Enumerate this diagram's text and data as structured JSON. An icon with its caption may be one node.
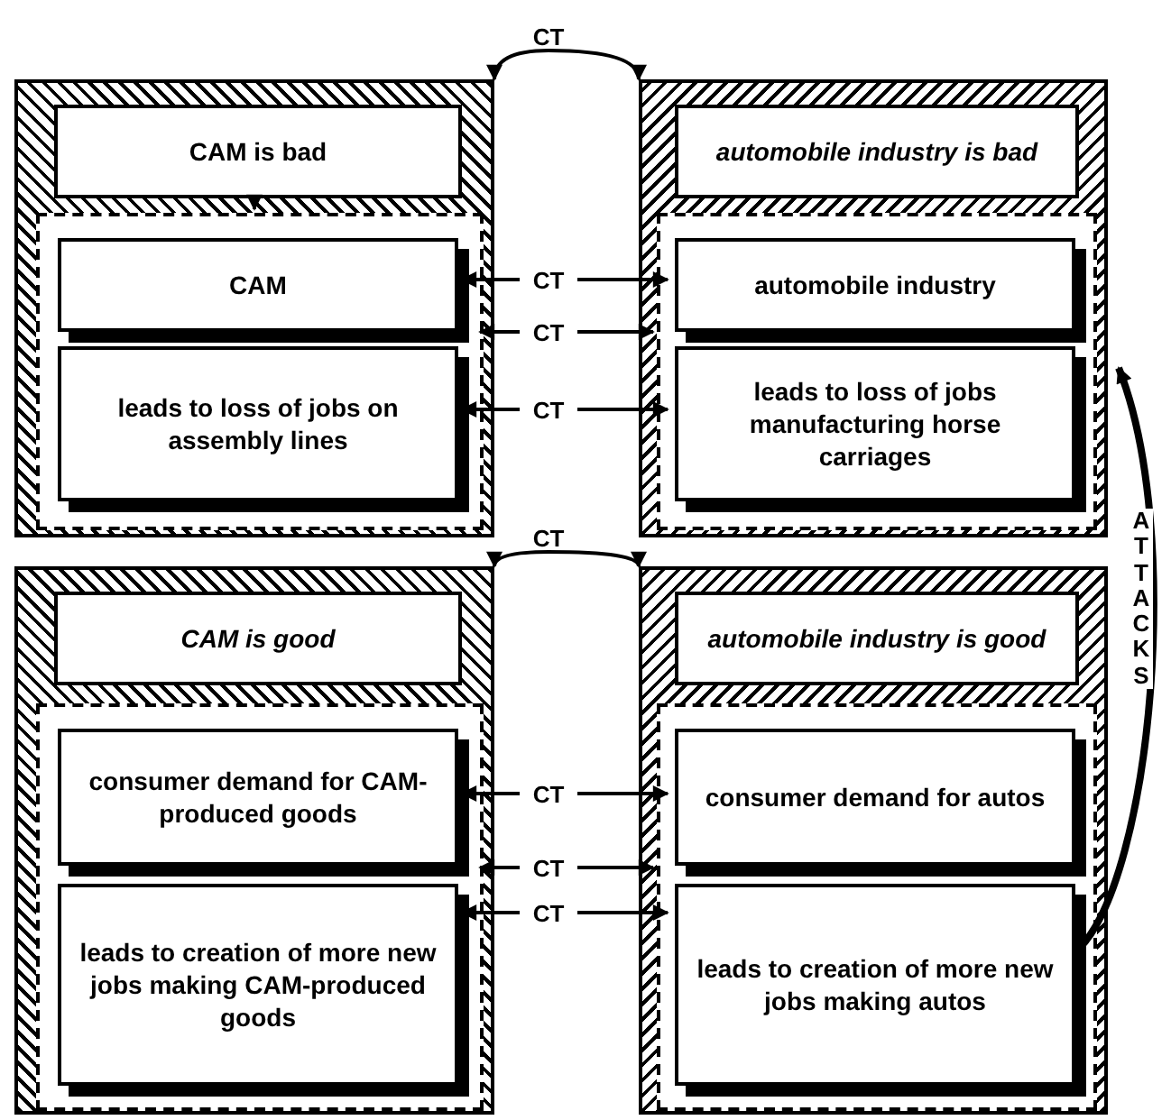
{
  "diagram": {
    "nodes": [
      {
        "text": [
          "CT"
        ]
      },
      {
        "text": [],
        "shape": "box"
      },
      {
        "text": [
          "CAM is bad"
        ],
        "in": 1
      },
      {
        "text": [],
        "shape": "box",
        "in": 1
      },
      {
        "text": [
          "CAM"
        ],
        "in": 3
      },
      {
        "text": [
          "leads to loss of jobs on assembly lines"
        ],
        "in": 3
      },
      {
        "text": [],
        "shape": "box"
      },
      {
        "text": [
          "automobile industry is bad"
        ],
        "in": 6
      },
      {
        "text": [],
        "shape": "box",
        "in": 6
      },
      {
        "text": [
          "automobile industry"
        ],
        "in": 8
      },
      {
        "text": [
          "leads to loss of jobs manufacturing horse carriages"
        ],
        "in": 8
      },
      {
        "text": [
          "CT"
        ]
      },
      {
        "text": [
          "CT"
        ]
      },
      {
        "text": [
          "CT"
        ]
      },
      {
        "text": [
          "CT"
        ]
      },
      {
        "text": [],
        "shape": "box"
      },
      {
        "text": [
          "CAM is good"
        ],
        "in": 15
      },
      {
        "text": [],
        "shape": "box",
        "in": 15
      },
      {
        "text": [
          "consumer demand for CAM-produced goods"
        ],
        "in": 17
      },
      {
        "text": [
          "leads to creation of more new jobs making CAM-produced goods"
        ],
        "in": 17
      },
      {
        "text": [],
        "shape": "box"
      },
      {
        "text": [
          "automobile industry is good"
        ],
        "in": 20
      },
      {
        "text": [],
        "shape": "box",
        "in": 20
      },
      {
        "text": [
          "consumer demand for autos"
        ],
        "in": 22
      },
      {
        "text": [
          "leads to creation of more new jobs making autos"
        ],
        "in": 22
      },
      {
        "text": [
          "CT"
        ]
      },
      {
        "text": [
          "CT"
        ]
      },
      {
        "text": [
          "CT"
        ]
      }
    ],
    "edges": [
      {
        "from": 0,
        "to": 1,
        "arrow": "to"
      },
      {
        "from": 0,
        "to": 6,
        "arrow": "to"
      },
      {
        "from": 2,
        "to": 3,
        "arrow": "to"
      },
      {
        "from": 11,
        "to": 4,
        "arrow": "to"
      },
      {
        "from": 11,
        "to": 9,
        "arrow": "to"
      },
      {
        "from": 12,
        "to": 3,
        "arrow": "to"
      },
      {
        "from": 12,
        "to": 8,
        "arrow": "to"
      },
      {
        "from": 13,
        "to": 5,
        "arrow": "to"
      },
      {
        "from": 13,
        "to": 10,
        "arrow": "to"
      },
      {
        "from": 14,
        "to": 15,
        "arrow": "to"
      },
      {
        "from": 14,
        "to": 20,
        "arrow": "to"
      },
      {
        "from": 25,
        "to": 18,
        "arrow": "to"
      },
      {
        "from": 25,
        "to": 23,
        "arrow": "to"
      },
      {
        "from": 26,
        "to": 17,
        "arrow": "to"
      },
      {
        "from": 26,
        "to": 22,
        "arrow": "to"
      },
      {
        "from": 27,
        "to": 19,
        "arrow": "to"
      },
      {
        "from": 27,
        "to": 24,
        "arrow": "to"
      },
      {
        "from": 24,
        "to": 6,
        "arrow": "to",
        "label": "ATTACKS",
        "style": "thick"
      }
    ]
  }
}
